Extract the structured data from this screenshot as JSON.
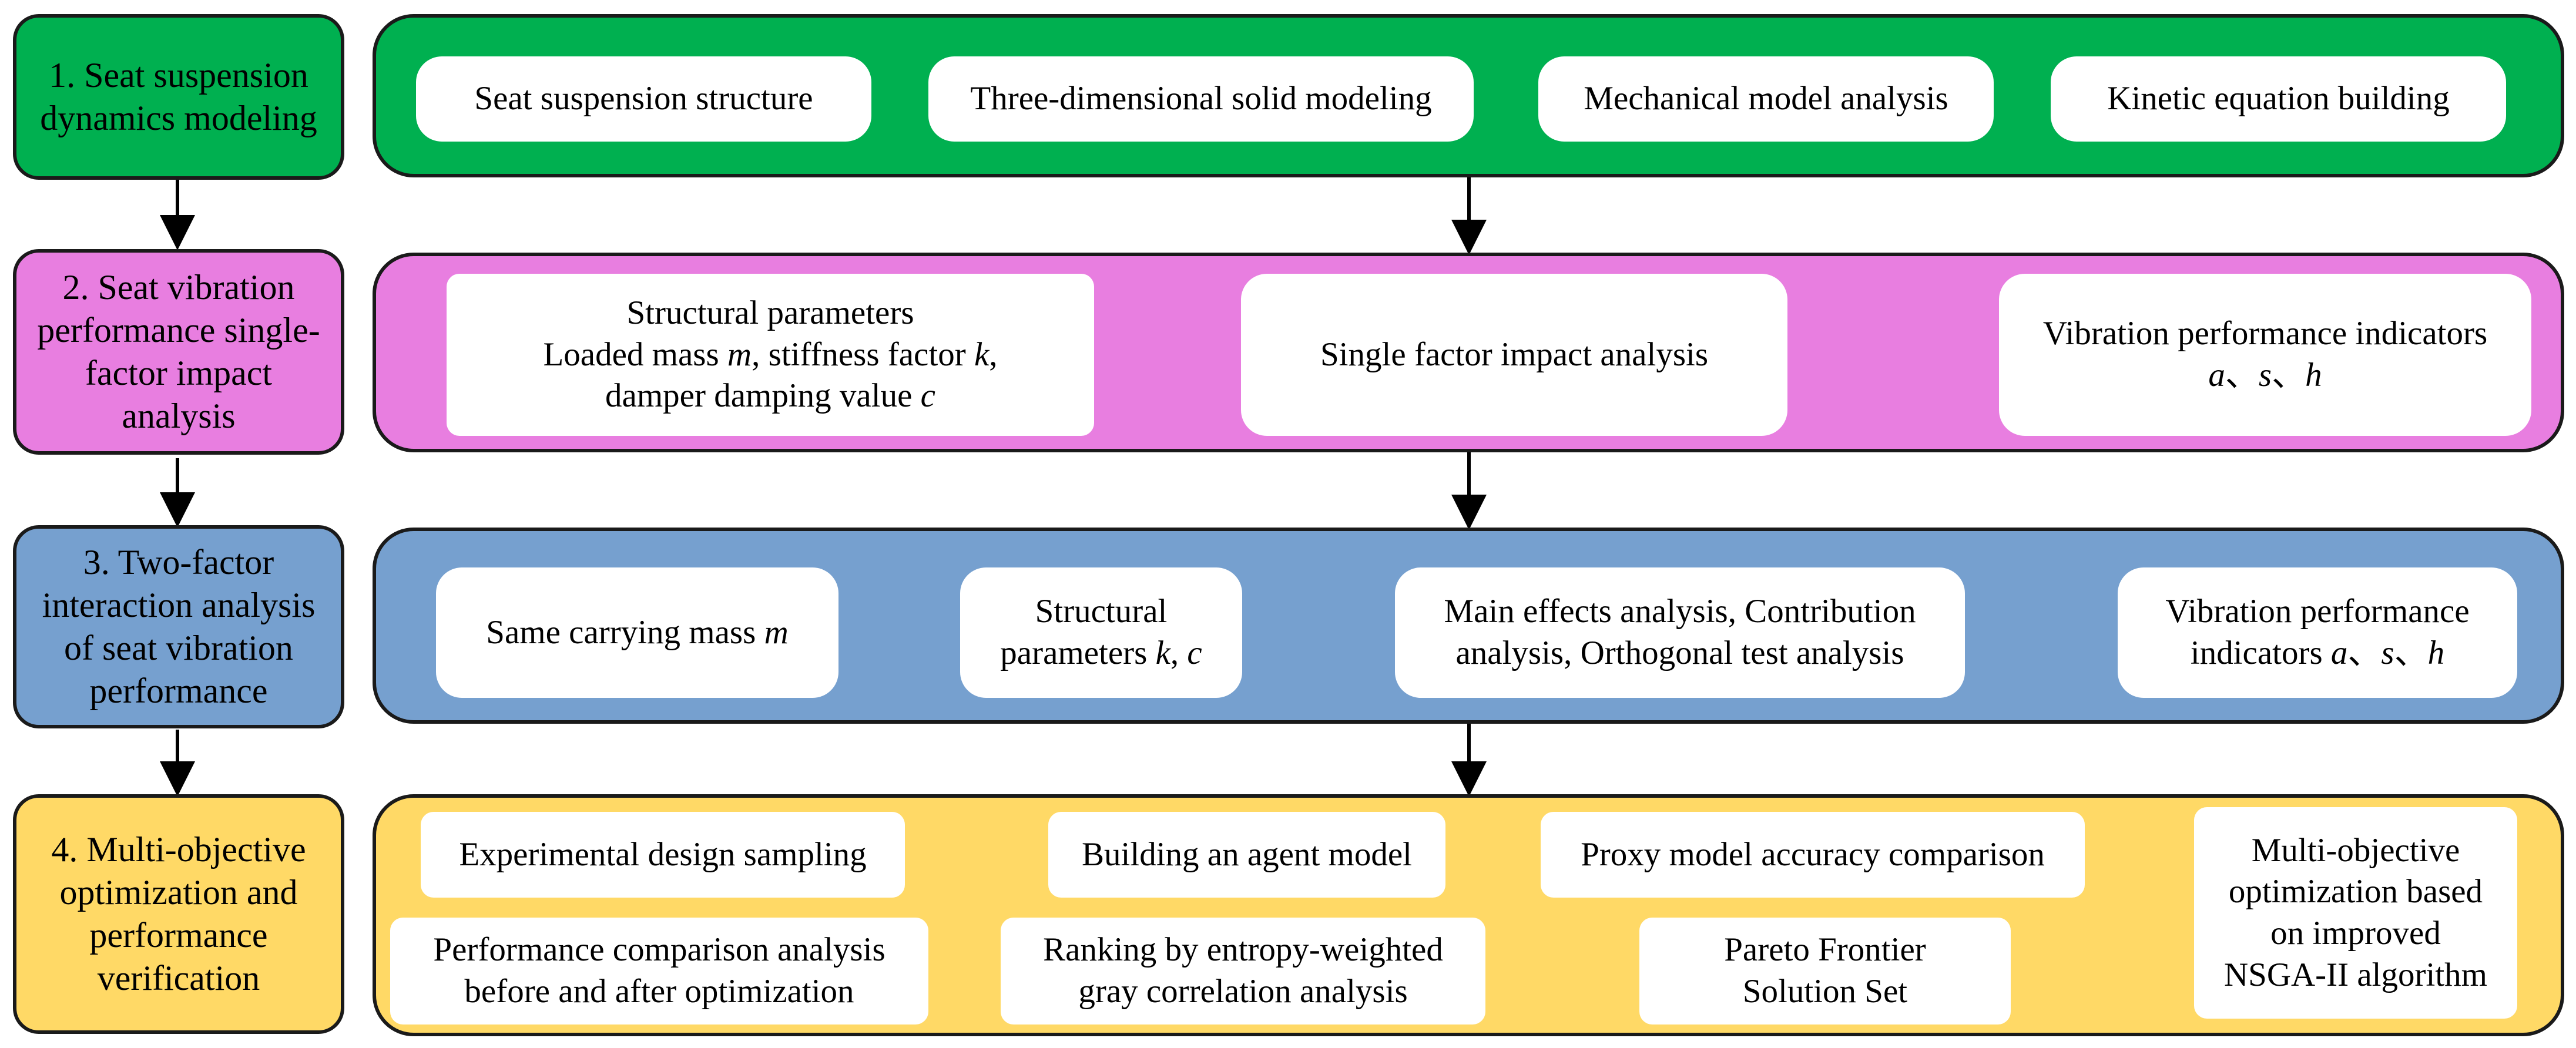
{
  "colors": {
    "stage1": "#00b050",
    "stage2": "#e87ee0",
    "stage3": "#76a0cf",
    "stage4": "#ffd966",
    "border": "#1a1a1a",
    "arrow": "#000000"
  },
  "stages": [
    {
      "lines": [
        "1. Seat suspension",
        "dynamics modeling"
      ]
    },
    {
      "lines": [
        "2. Seat vibration",
        "performance single-",
        "factor impact",
        "analysis"
      ]
    },
    {
      "lines": [
        "3. Two-factor",
        "interaction analysis",
        "of seat vibration",
        "performance"
      ]
    },
    {
      "lines": [
        "4. Multi-objective",
        "optimization and",
        "performance",
        "verification"
      ]
    }
  ],
  "row1": {
    "structure": "Seat suspension structure",
    "solid_modeling": "Three-dimensional solid modeling",
    "mechanical": "Mechanical model analysis",
    "kinetic": "Kinetic equation building"
  },
  "row2": {
    "params_title": "Structural parameters",
    "params_line2_prefix": "Loaded mass ",
    "params_m": "m",
    "params_line2_mid": ", stiffness factor ",
    "params_k": "k",
    "params_line2_suffix": ",",
    "params_line3_prefix": "damper damping value ",
    "params_c": "c",
    "single_factor": "Single factor impact analysis",
    "indicators_title": "Vibration performance indicators",
    "ind_a": "a",
    "ind_sep1": "、",
    "ind_s": "s",
    "ind_sep2": "、",
    "ind_h": "h"
  },
  "row3": {
    "mass_prefix": "Same carrying mass ",
    "mass_m": "m",
    "struct_line1": "Structural",
    "struct_line2_prefix": "parameters ",
    "struct_k": "k",
    "struct_sep": ", ",
    "struct_c": "c",
    "effects_line1": "Main effects analysis, Contribution",
    "effects_line2": "analysis, Orthogonal test analysis",
    "ind_line1": "Vibration performance",
    "ind_line2_prefix": "indicators ",
    "ind_a": "a",
    "ind_sep1": "、",
    "ind_s": "s",
    "ind_sep2": "、",
    "ind_h": "h"
  },
  "row4": {
    "sampling": "Experimental design sampling",
    "agent": "Building an agent model",
    "proxy": "Proxy model accuracy comparison",
    "moo_lines": [
      "Multi-objective",
      "optimization based",
      "on improved",
      "NSGA-II algorithm"
    ],
    "pareto_lines": [
      "Pareto Frontier",
      "Solution Set"
    ],
    "ranking_lines": [
      "Ranking by entropy-weighted",
      "gray correlation analysis"
    ],
    "comparison_lines": [
      "Performance comparison analysis",
      "before and after optimization"
    ]
  }
}
